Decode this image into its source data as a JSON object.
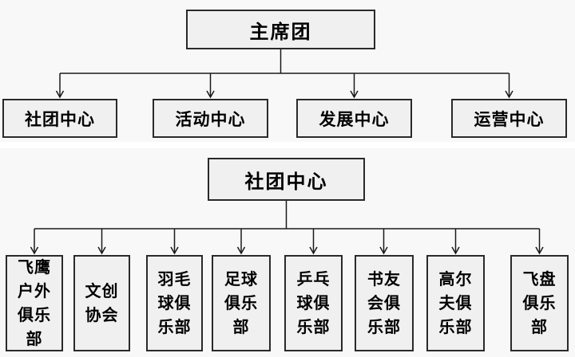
{
  "colors": {
    "chart_background": "#f8f8f8",
    "separator": "#ffffff",
    "box_fill": "#f0f0f0",
    "box_border": "#2a2a2a",
    "connector_line": "#1a1a1a",
    "text": "#000000"
  },
  "charts": [
    {
      "root": {
        "label": "主席团"
      },
      "children": [
        {
          "label": "社团中心"
        },
        {
          "label": "活动中心"
        },
        {
          "label": "发展中心"
        },
        {
          "label": "运营中心"
        }
      ]
    },
    {
      "root": {
        "label": "社团中心"
      },
      "children": [
        {
          "label": "飞鹰\n户外\n俱乐\n部"
        },
        {
          "label": "文创\n协会"
        },
        {
          "label": "羽毛\n球俱\n乐部"
        },
        {
          "label": "足球\n俱乐\n部"
        },
        {
          "label": "乒乓\n球俱\n乐部"
        },
        {
          "label": "书友\n会俱\n乐部"
        },
        {
          "label": "高尔\n夫俱\n乐部"
        },
        {
          "label": "飞盘\n俱乐\n部"
        }
      ]
    }
  ]
}
